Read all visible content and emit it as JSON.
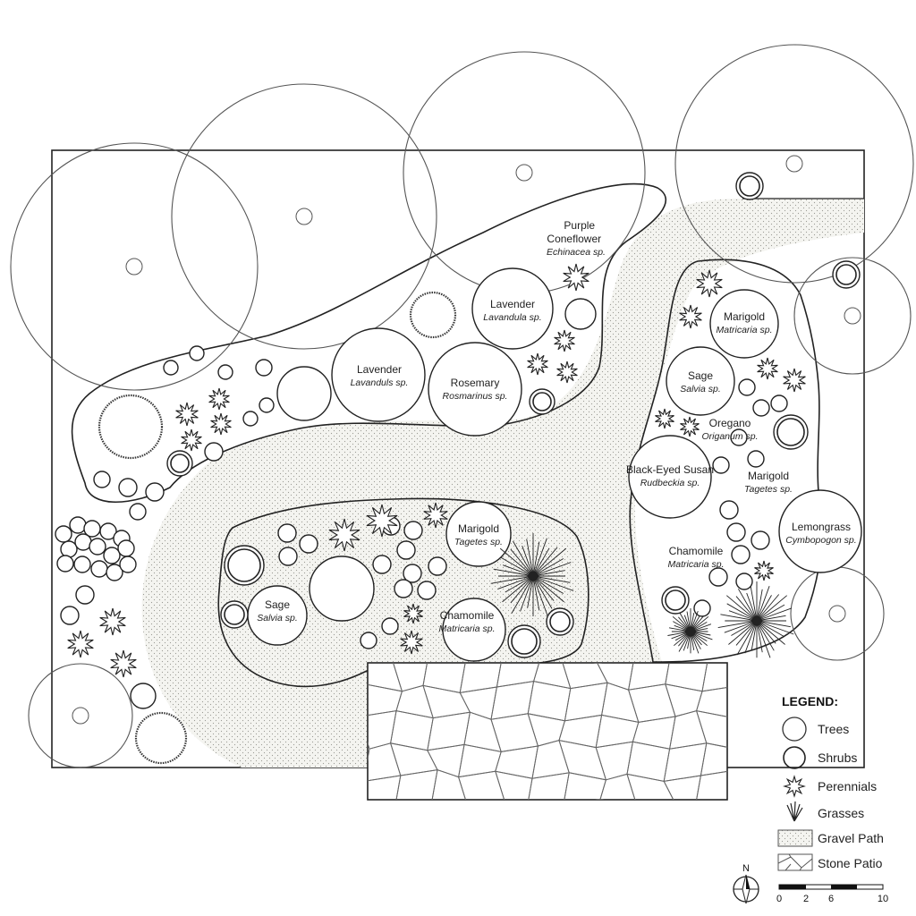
{
  "plants": [
    {
      "id": "coneflower",
      "common": "Purple\nConeflower",
      "sci": "Echinacea sp."
    },
    {
      "id": "lavender-top",
      "common": "Lavender",
      "sci": "Lavandula sp."
    },
    {
      "id": "lavender-left",
      "common": "Lavender",
      "sci": "Lavanduls sp."
    },
    {
      "id": "rosemary",
      "common": "Rosemary",
      "sci": "Rosmarinus sp."
    },
    {
      "id": "marigold-right-top",
      "common": "Marigold",
      "sci": "Matricaria sp."
    },
    {
      "id": "sage-right",
      "common": "Sage",
      "sci": "Salvia sp."
    },
    {
      "id": "oregano",
      "common": "Oregano",
      "sci": "Origanum sp."
    },
    {
      "id": "black-eyed-susan",
      "common": "Black-Eyed Susan",
      "sci": "Rudbeckia sp."
    },
    {
      "id": "marigold-right-mid",
      "common": "Marigold",
      "sci": "Tagetes sp."
    },
    {
      "id": "lemongrass",
      "common": "Lemongrass",
      "sci": "Cymbopogon sp."
    },
    {
      "id": "chamomile-right",
      "common": "Chamomile",
      "sci": "Matricaria sp."
    },
    {
      "id": "marigold-center",
      "common": "Marigold",
      "sci": "Tagetes sp."
    },
    {
      "id": "sage-center",
      "common": "Sage",
      "sci": "Salvia sp."
    },
    {
      "id": "chamomile-center",
      "common": "Chamomile",
      "sci": "Matricaria sp."
    }
  ],
  "legend": {
    "title": "LEGEND:",
    "items": [
      {
        "symbol": "tree-icon",
        "label": "Trees"
      },
      {
        "symbol": "shrub-icon",
        "label": "Shrubs"
      },
      {
        "symbol": "perennial-icon",
        "label": "Perennials"
      },
      {
        "symbol": "grass-icon",
        "label": "Grasses"
      },
      {
        "symbol": "gravel-swatch",
        "label": "Gravel Path"
      },
      {
        "symbol": "stone-swatch",
        "label": "Stone Patio"
      }
    ]
  },
  "compass": {
    "label": "N"
  },
  "scale_bar": {
    "ticks": [
      "0",
      "2",
      "6",
      "10"
    ]
  }
}
